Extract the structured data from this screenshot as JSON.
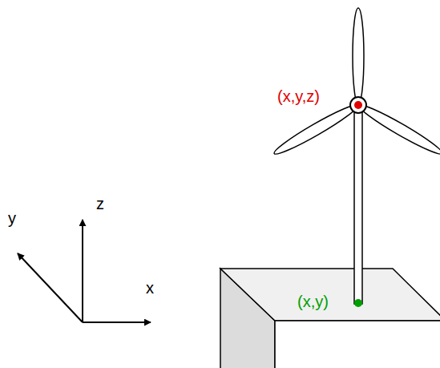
{
  "diagram": {
    "labels": [
      "y",
      "z",
      "x",
      "(x,y,z)",
      "(x,y)"
    ]
  }
}
